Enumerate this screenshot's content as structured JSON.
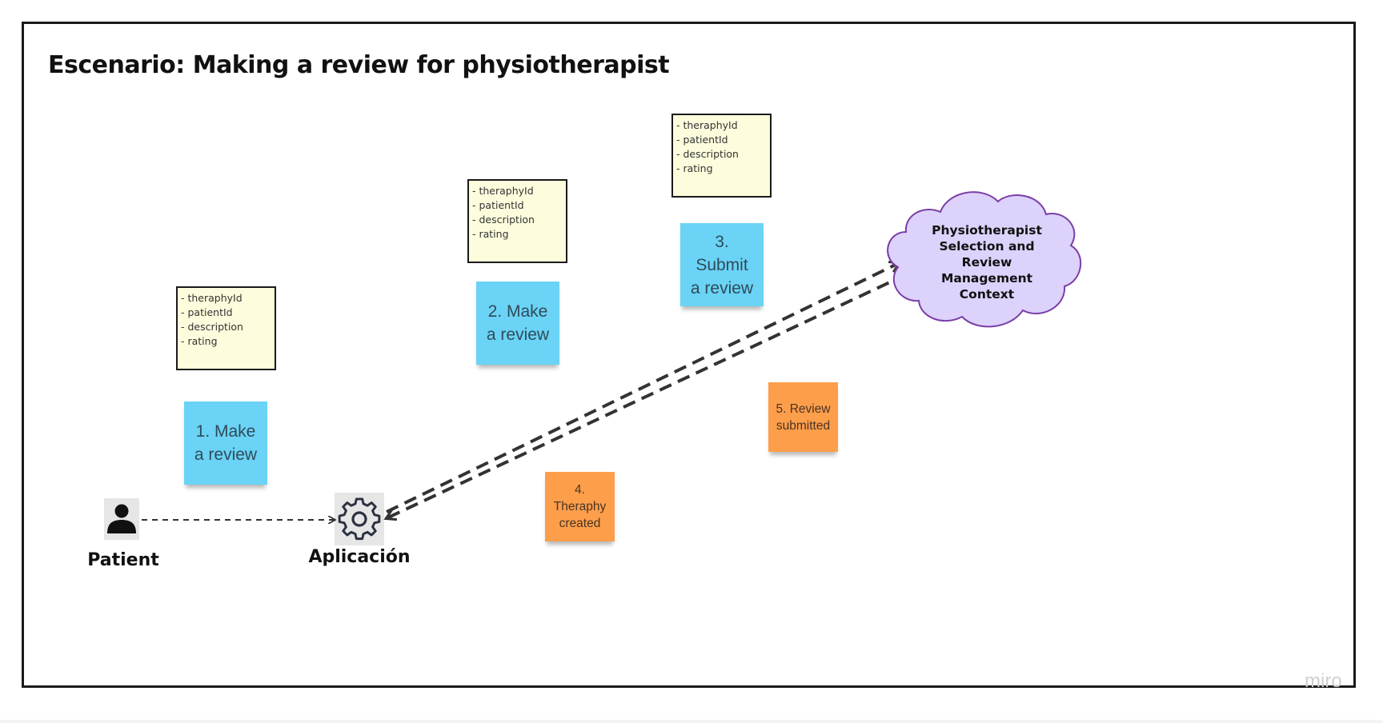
{
  "title": "Escenario: Making a review for physiotherapist",
  "notes": [
    {
      "lines": [
        "- theraphyId",
        "- patientId",
        "- description",
        "- rating"
      ]
    },
    {
      "lines": [
        "- theraphyId",
        "- patientId",
        "- description",
        "- rating"
      ]
    },
    {
      "lines": [
        "- theraphyId",
        "- patientId",
        "- description",
        "- rating"
      ]
    }
  ],
  "stickies": [
    {
      "text": "1. Make\na review",
      "color": "#6ad3f6"
    },
    {
      "text": "2. Make\na review",
      "color": "#6ad3f6"
    },
    {
      "text": "3.\nSubmit\na review",
      "color": "#6ad3f6"
    },
    {
      "text": "4.\nTheraphy\ncreated",
      "color": "#fd9e4b"
    },
    {
      "text": "5. Review\nsubmitted",
      "color": "#fd9e4b"
    }
  ],
  "actors": {
    "patient": {
      "label": "Patient",
      "icon": "person-icon"
    },
    "app": {
      "label": "Aplicación",
      "icon": "gear-icon"
    }
  },
  "context": {
    "label": "Physiotherapist Selection and Review Management Context",
    "fill": "#dcd2fb",
    "stroke": "#7b3ea6"
  },
  "watermark": "miro"
}
